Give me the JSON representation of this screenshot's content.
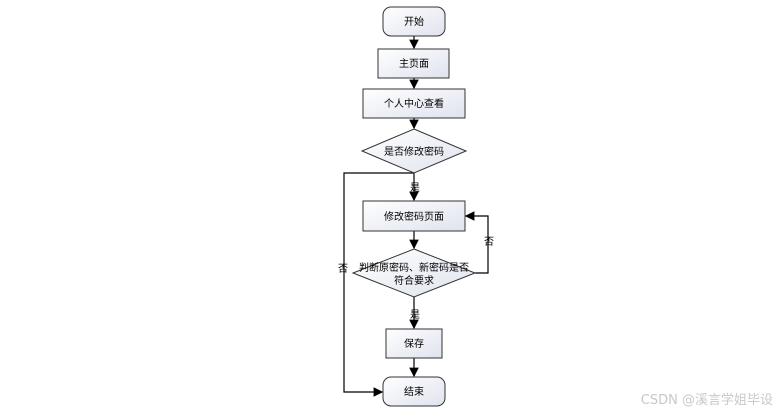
{
  "nodes": {
    "start": "开始",
    "home": "主页面",
    "profile": "个人中心查看",
    "decide_change": "是否修改密码",
    "change_page": "修改密码页面",
    "check_line1": "判断原密码、新密码是否",
    "check_line2": "符合要求",
    "save": "保存",
    "end": "结束"
  },
  "edges": {
    "yes1": "是",
    "no1": "否",
    "no2": "否",
    "yes2": "是"
  },
  "watermark": "CSDN @溪言学姐毕设"
}
